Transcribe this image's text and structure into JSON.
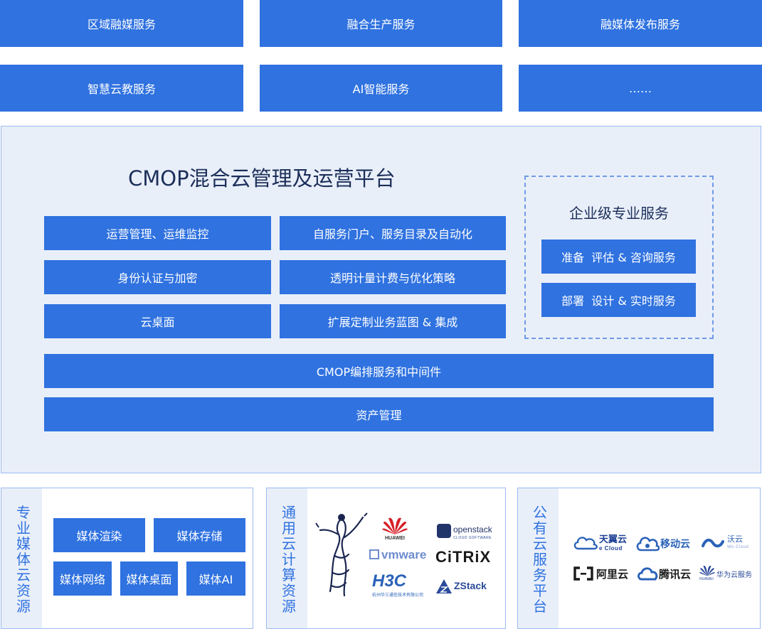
{
  "services": [
    {
      "label": "区域融媒服务"
    },
    {
      "label": "融合生产服务"
    },
    {
      "label": "融媒体发布服务"
    },
    {
      "label": "智慧云教服务"
    },
    {
      "label": "AI智能服务"
    },
    {
      "label": "……"
    }
  ],
  "platform": {
    "title": "CMOP混合云管理及运营平台",
    "modules_left": [
      {
        "label": "运营管理、运维监控"
      },
      {
        "label": "身份认证与加密"
      },
      {
        "label": "云桌面"
      }
    ],
    "modules_right": [
      {
        "label": "自服务门户、服务目录及自动化"
      },
      {
        "label": "透明计量计费与优化策略"
      },
      {
        "label": "扩展定制业务蓝图 & 集成"
      }
    ],
    "orchestration": "CMOP编排服务和中间件",
    "asset": "资产管理",
    "enterprise": {
      "title": "企业级专业服务",
      "items": [
        {
          "label": "准备  评估 & 咨询服务"
        },
        {
          "label": "部署  设计 & 实时服务"
        }
      ]
    }
  },
  "resources": {
    "media": {
      "label": [
        "专",
        "业",
        "媒",
        "体",
        "云",
        "资",
        "源"
      ],
      "items": [
        {
          "label": "媒体渲染"
        },
        {
          "label": "媒体存储"
        },
        {
          "label": "媒体网络"
        },
        {
          "label": "媒体桌面"
        },
        {
          "label": "媒体AI"
        }
      ]
    },
    "general": {
      "label": [
        "通",
        "用",
        "云",
        "计",
        "算",
        "资",
        "源"
      ],
      "logos": {
        "huawei": "HUAWEI",
        "openstack": "openstack",
        "openstack_sub": "CLOUD SOFTWARE",
        "vmware": "vmware",
        "citrix": "CiTRiX",
        "h3c": "H3C",
        "h3c_sub": "杭州华三通信技术有限公司",
        "zstack": "ZStack"
      }
    },
    "public": {
      "label": [
        "公",
        "有",
        "云",
        "服",
        "务",
        "平",
        "台"
      ],
      "logos": {
        "tianyi": "天翼云",
        "tianyi_sub": "e Cloud",
        "yidong": "移动云",
        "woyun": "沃云",
        "woyun_sub": "Wo Cloud",
        "aliyun": "阿里云",
        "tengxun": "腾讯云",
        "huaweiyun": "华为云服务",
        "huaweiyun_sub": "HUAWEI"
      }
    }
  },
  "colors": {
    "tile_blue": "#2f72e0",
    "panel_bg": "#e9eff9",
    "panel_border": "#9dbaf0",
    "title_text": "#1c2f5a"
  }
}
